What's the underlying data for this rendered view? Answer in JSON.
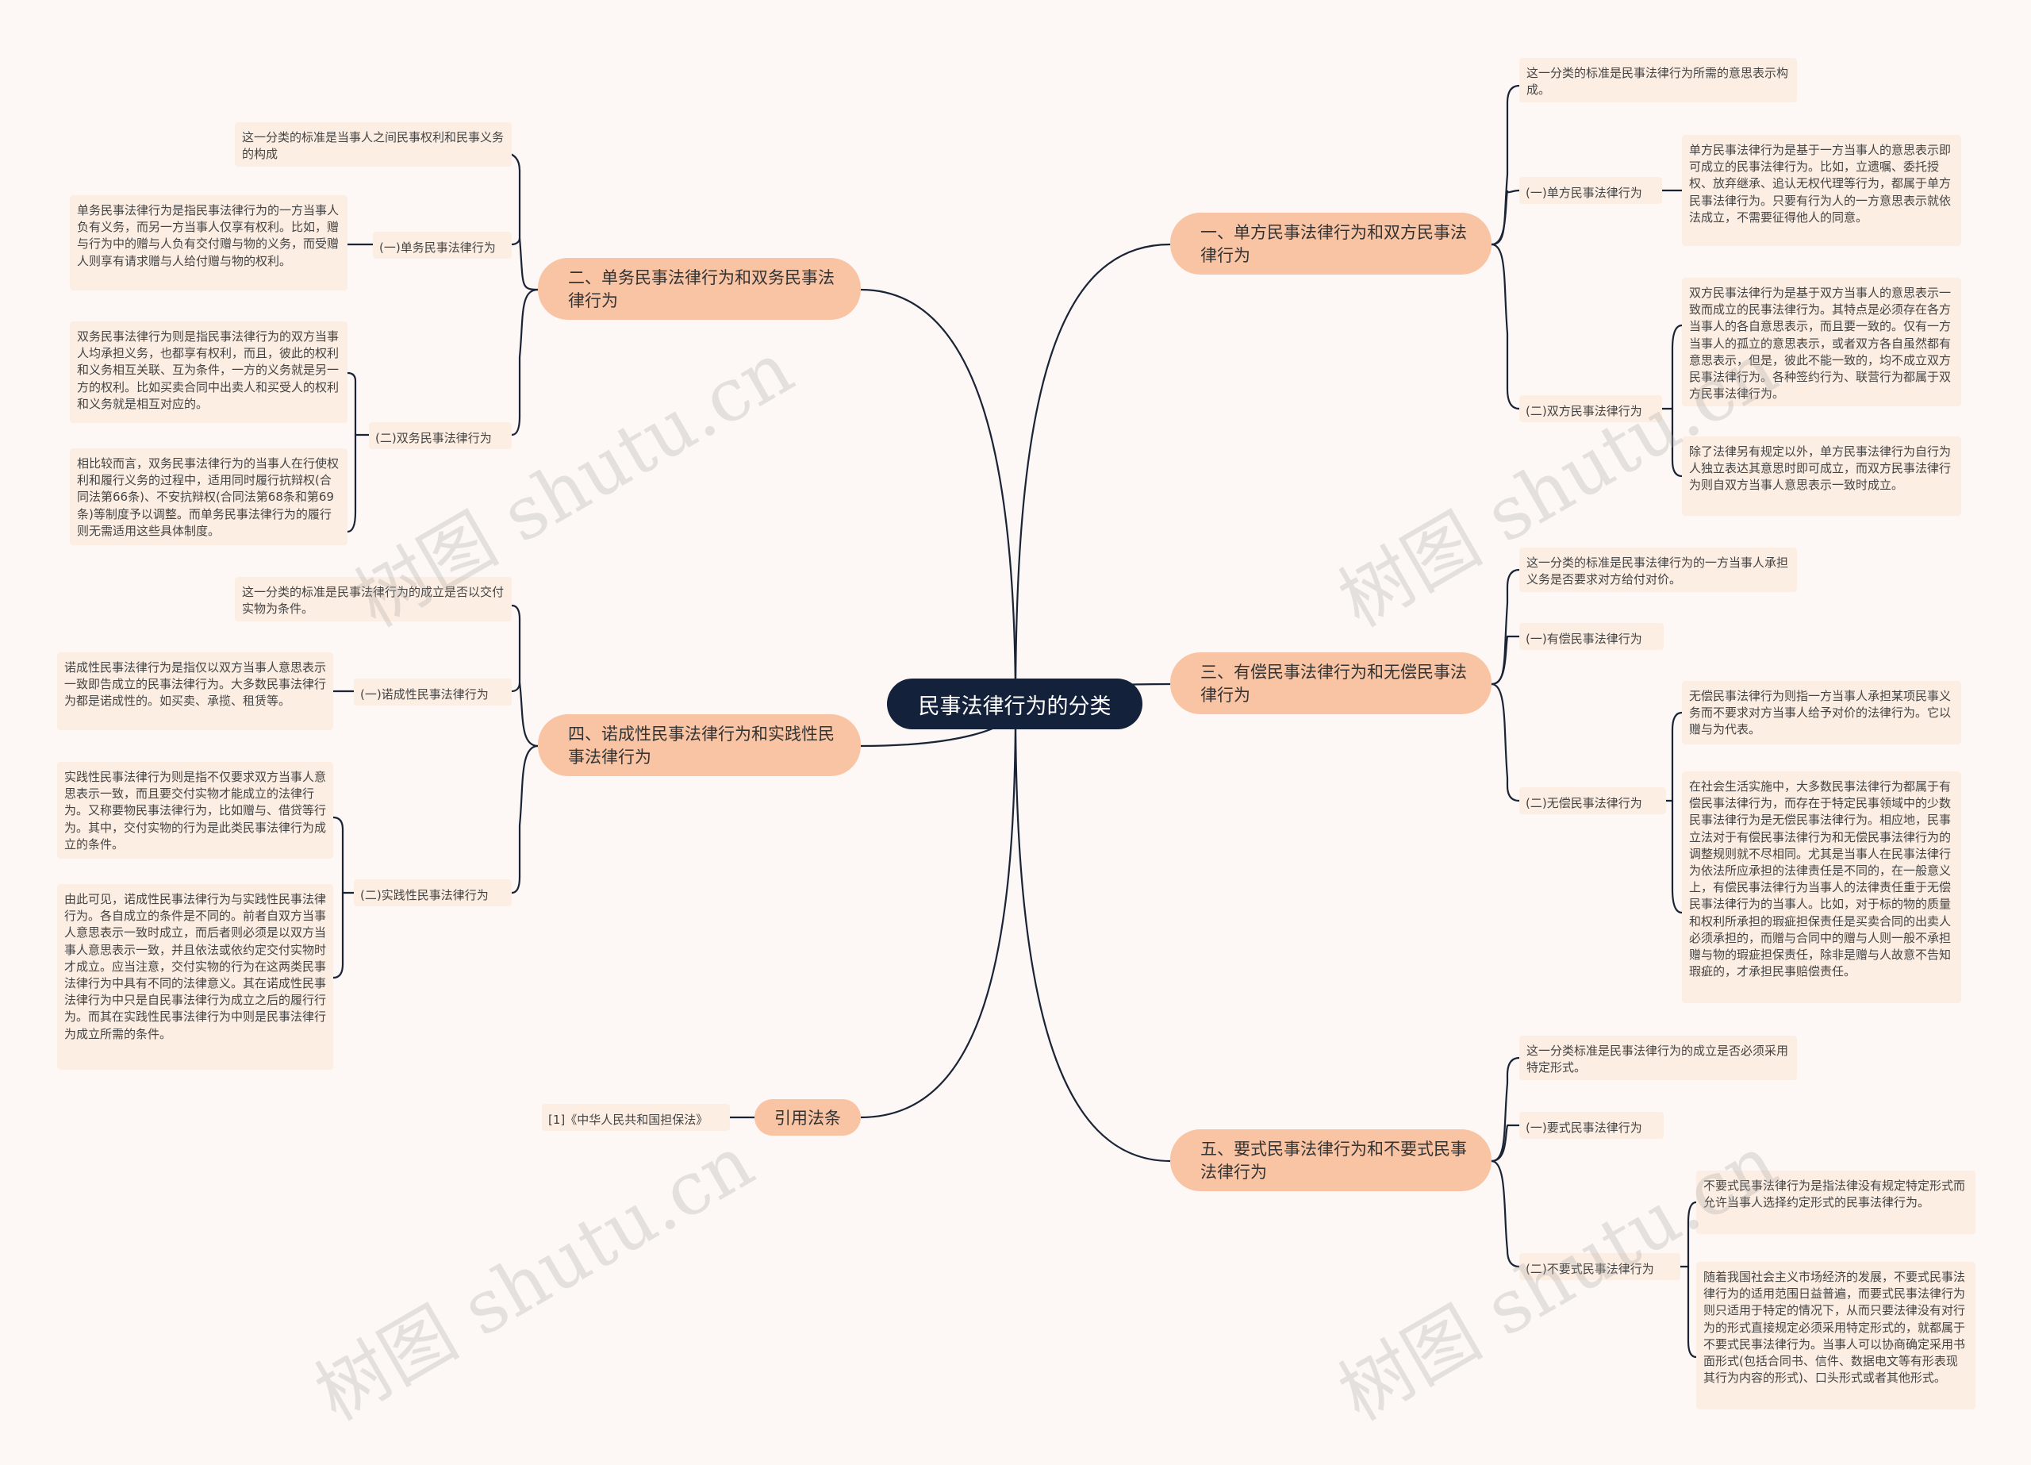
{
  "root": "民事法律行为的分类",
  "left": [
    {
      "title": "二、单务民事法律行为和双务民事法律行为",
      "criterion": "这一分类的标准是当事人之间民事权利和民事义务的构成",
      "subs": [
        {
          "label": "(一)单务民事法律行为",
          "leaves": [
            "单务民事法律行为是指民事法律行为的一方当事人负有义务，而另一方当事人仅享有权利。比如，赠与行为中的赠与人负有交付赠与物的义务，而受赠人则享有请求赠与人给付赠与物的权利。"
          ]
        },
        {
          "label": "(二)双务民事法律行为",
          "leaves": [
            "双务民事法律行为则是指民事法律行为的双方当事人均承担义务，也都享有权利，而且，彼此的权利和义务相互关联、互为条件，一方的义务就是另一方的权利。比如买卖合同中出卖人和买受人的权利和义务就是相互对应的。",
            "相比较而言，双务民事法律行为的当事人在行使权利和履行义务的过程中，适用同时履行抗辩权(合同法第66条)、不安抗辩权(合同法第68条和第69条)等制度予以调整。而单务民事法律行为的履行则无需适用这些具体制度。"
          ]
        }
      ]
    },
    {
      "title": "四、诺成性民事法律行为和实践性民事法律行为",
      "criterion": "这一分类的标准是民事法律行为的成立是否以交付实物为条件。",
      "subs": [
        {
          "label": "(一)诺成性民事法律行为",
          "leaves": [
            "诺成性民事法律行为是指仅以双方当事人意思表示一致即告成立的民事法律行为。大多数民事法律行为都是诺成性的。如买卖、承揽、租赁等。"
          ]
        },
        {
          "label": "(二)实践性民事法律行为",
          "leaves": [
            "实践性民事法律行为则是指不仅要求双方当事人意思表示一致，而且要交付实物才能成立的法律行为。又称要物民事法律行为，比如赠与、借贷等行为。其中，交付实物的行为是此类民事法律行为成立的条件。",
            "由此可见，诺成性民事法律行为与实践性民事法律行为。各自成立的条件是不同的。前者自双方当事人意思表示一致时成立，而后者则必须是以双方当事人意思表示一致，并且依法或依约定交付实物时才成立。应当注意，交付实物的行为在这两类民事法律行为中具有不同的法律意义。其在诺成性民事法律行为中只是自民事法律行为成立之后的履行行为。而其在实践性民事法律行为中则是民事法律行为成立所需的条件。"
          ]
        }
      ]
    },
    {
      "title": "引用法条",
      "refs": [
        "[1]《中华人民共和国担保法》"
      ]
    }
  ],
  "right": [
    {
      "title": "一、单方民事法律行为和双方民事法律行为",
      "criterion": "这一分类的标准是民事法律行为所需的意思表示构成。",
      "subs": [
        {
          "label": "(一)单方民事法律行为",
          "leaves": [
            "单方民事法律行为是基于一方当事人的意思表示即可成立的民事法律行为。比如，立遗嘱、委托授权、放弃继承、追认无权代理等行为，都属于单方民事法律行为。只要有行为人的一方意思表示就依法成立，不需要征得他人的同意。"
          ]
        },
        {
          "label": "(二)双方民事法律行为",
          "leaves": [
            "双方民事法律行为是基于双方当事人的意思表示一致而成立的民事法律行为。其特点是必须存在各方当事人的各自意思表示，而且要一致的。仅有一方当事人的孤立的意思表示，或者双方各自虽然都有意思表示，但是，彼此不能一致的，均不成立双方民事法律行为。各种签约行为、联营行为都属于双方民事法律行为。",
            "除了法律另有规定以外，单方民事法律行为自行为人独立表达其意思时即可成立，而双方民事法律行为则自双方当事人意思表示一致时成立。"
          ]
        }
      ]
    },
    {
      "title": "三、有偿民事法律行为和无偿民事法律行为",
      "criterion": "这一分类的标准是民事法律行为的一方当事人承担义务是否要求对方给付对价。",
      "subs": [
        {
          "label": "(一)有偿民事法律行为",
          "leaves": []
        },
        {
          "label": "(二)无偿民事法律行为",
          "leaves": [
            "无偿民事法律行为则指一方当事人承担某项民事义务而不要求对方当事人给予对价的法律行为。它以赠与为代表。",
            "在社会生活实施中，大多数民事法律行为都属于有偿民事法律行为，而存在于特定民事领域中的少数民事法律行为是无偿民事法律行为。相应地，民事立法对于有偿民事法律行为和无偿民事法律行为的调整规则就不尽相同。尤其是当事人在民事法律行为依法所应承担的法律责任是不同的，在一般意义上，有偿民事法律行为当事人的法律责任重于无偿民事法律行为的当事人。比如，对于标的物的质量和权利所承担的瑕疵担保责任是买卖合同的出卖人必须承担的，而赠与合同中的赠与人则一般不承担赠与物的瑕疵担保责任，除非是赠与人故意不告知瑕疵的，才承担民事赔偿责任。"
          ]
        }
      ]
    },
    {
      "title": "五、要式民事法律行为和不要式民事法律行为",
      "criterion": "这一分类标准是民事法律行为的成立是否必须采用特定形式。",
      "subs": [
        {
          "label": "(一)要式民事法律行为",
          "leaves": []
        },
        {
          "label": "(二)不要式民事法律行为",
          "leaves": [
            "不要式民事法律行为是指法律没有规定特定形式而允许当事人选择约定形式的民事法律行为。",
            "随着我国社会主义市场经济的发展，不要式民事法律行为的适用范围日益普遍，而要式民事法律行为则只适用于特定的情况下，从而只要法律没有对行为的形式直接规定必须采用特定形式的，就都属于不要式民事法律行为。当事人可以协商确定采用书面形式(包括合同书、信件、数据电文等有形表现其行为内容的形式)、口头形式或者其他形式。"
          ]
        }
      ]
    }
  ],
  "watermark": "树图 shutu.cn",
  "colors": {
    "background": "#fdf8f5",
    "root": "#13213a",
    "main": "#f9c4a4",
    "sub": "#fdeee3",
    "link": "#1b2436"
  }
}
